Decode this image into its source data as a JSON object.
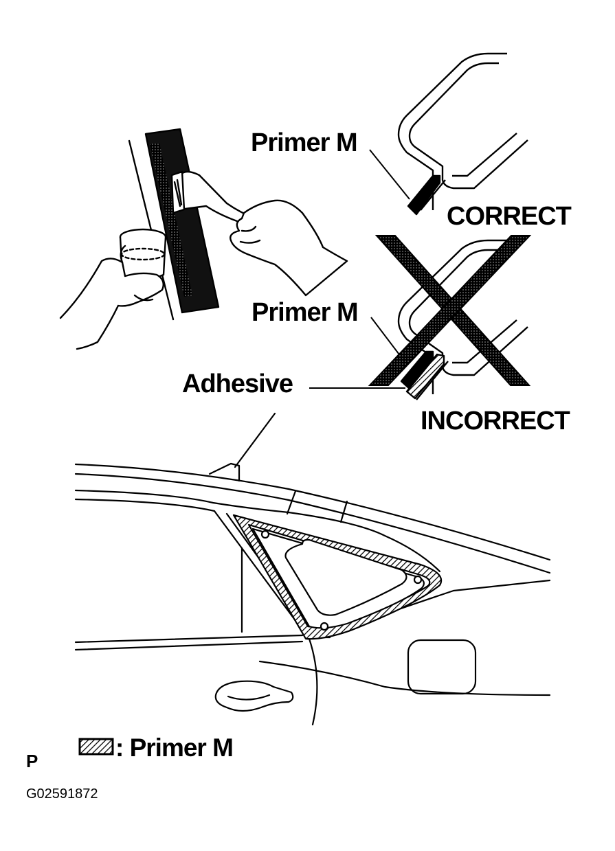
{
  "labels": {
    "primer_top": "Primer M",
    "correct": "CORRECT",
    "primer_mid": "Primer M",
    "adhesive": "Adhesive",
    "incorrect": "INCORRECT"
  },
  "legend": {
    "text": ": Primer M"
  },
  "footer": {
    "marker": "P",
    "code": "G02591872"
  },
  "icons": {
    "hatch_swatch": "hatched-rectangle-icon",
    "cross": "x-mark-icon",
    "brush": "paint-brush-icon",
    "cup": "primer-cup-icon"
  },
  "colors": {
    "ink": "#000000",
    "paper": "#ffffff"
  }
}
